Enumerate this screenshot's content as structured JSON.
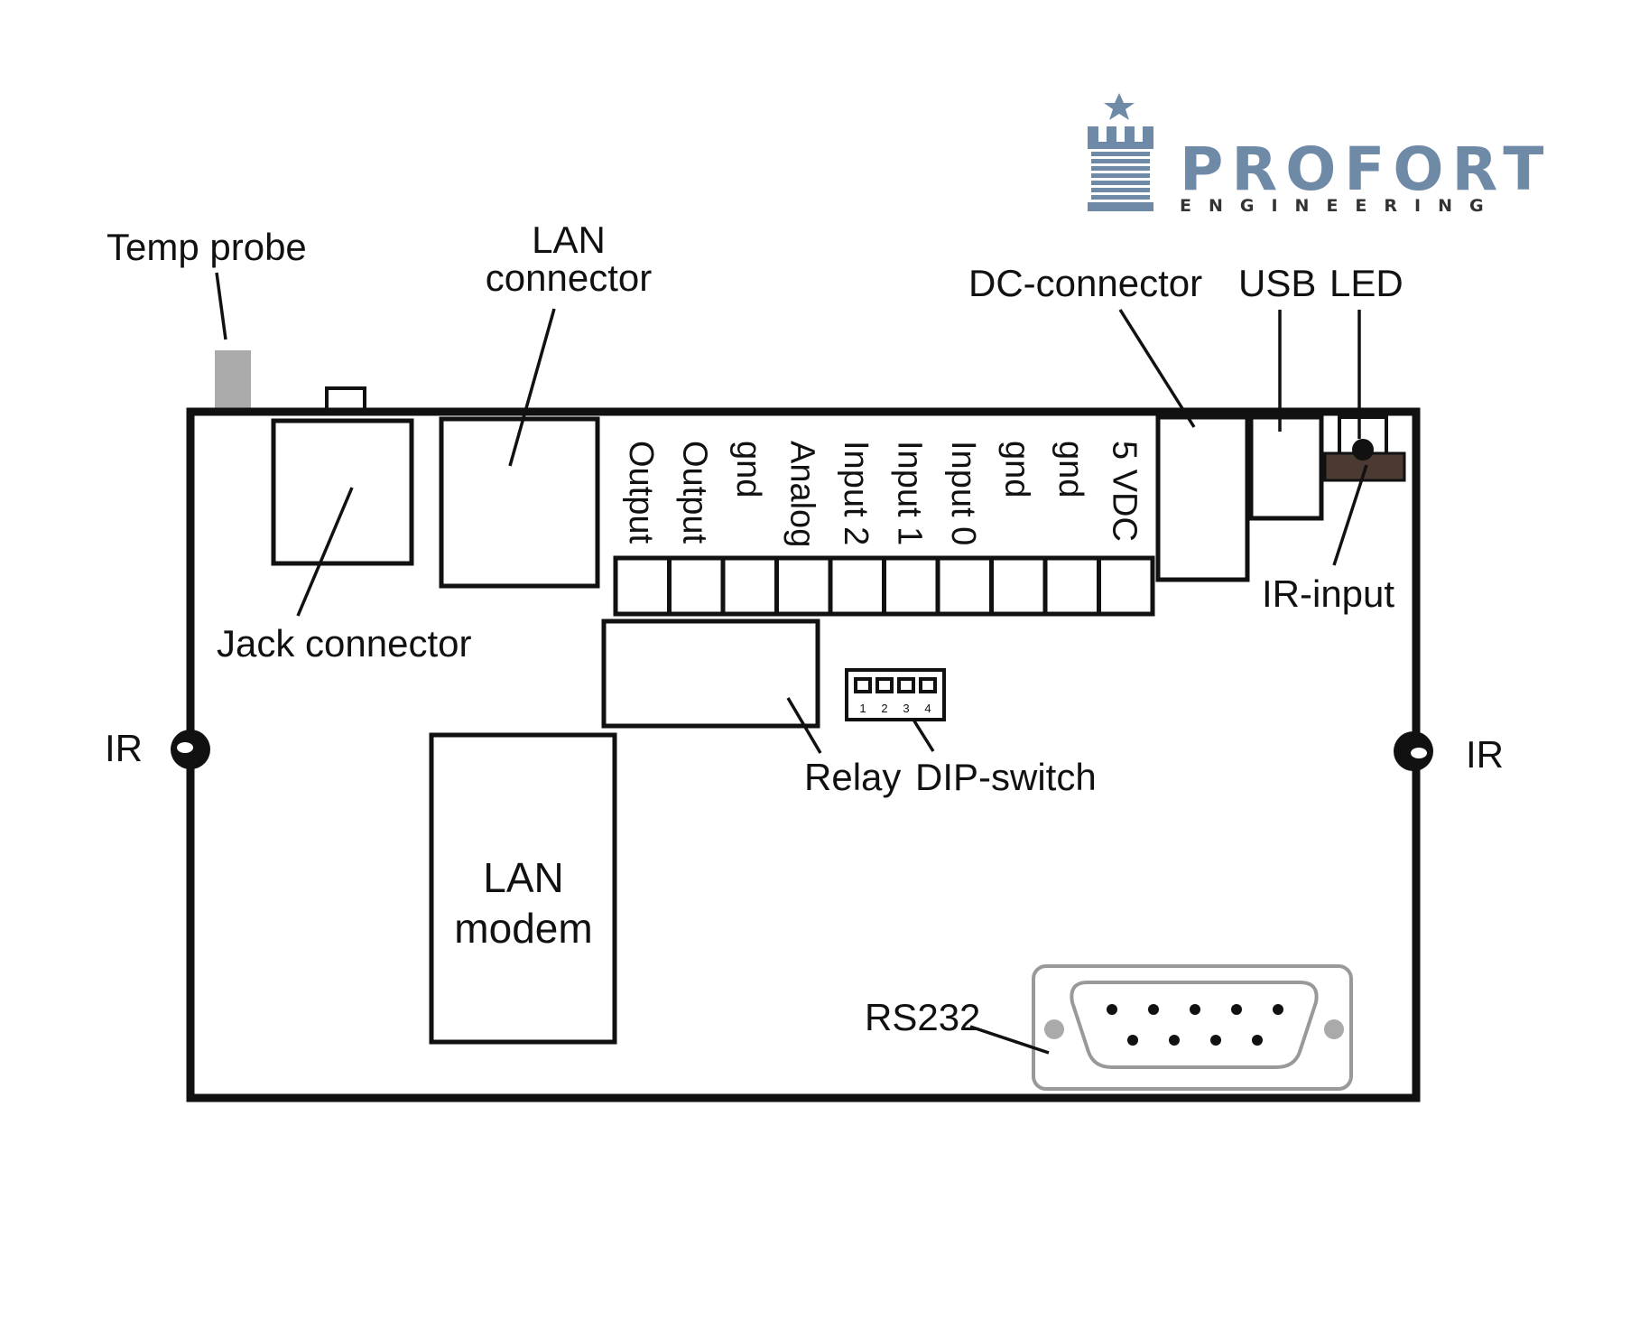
{
  "brand": {
    "name": "PROFORT",
    "subtitle": "ENGINEERING",
    "color": "#6e8aa6"
  },
  "labels": {
    "temp_probe": "Temp probe",
    "lan_connector_line1": "LAN",
    "lan_connector_line2": "connector",
    "dc_connector": "DC-connector",
    "usb": "USB",
    "led": "LED",
    "ir_input": "IR-input",
    "jack_connector": "Jack connector",
    "ir_left": "IR",
    "ir_right": "IR",
    "relay": "Relay",
    "dip_switch": "DIP-switch",
    "lan_modem_line1": "LAN",
    "lan_modem_line2": "modem",
    "rs232": "RS232"
  },
  "terminal_pins": [
    "Output",
    "Output",
    "gnd",
    "Analog",
    "Input 2",
    "Input 1",
    "Input 0",
    "gnd",
    "gnd",
    "5 VDC"
  ],
  "dip_switch_numbers": [
    "1",
    "2",
    "3",
    "4"
  ]
}
